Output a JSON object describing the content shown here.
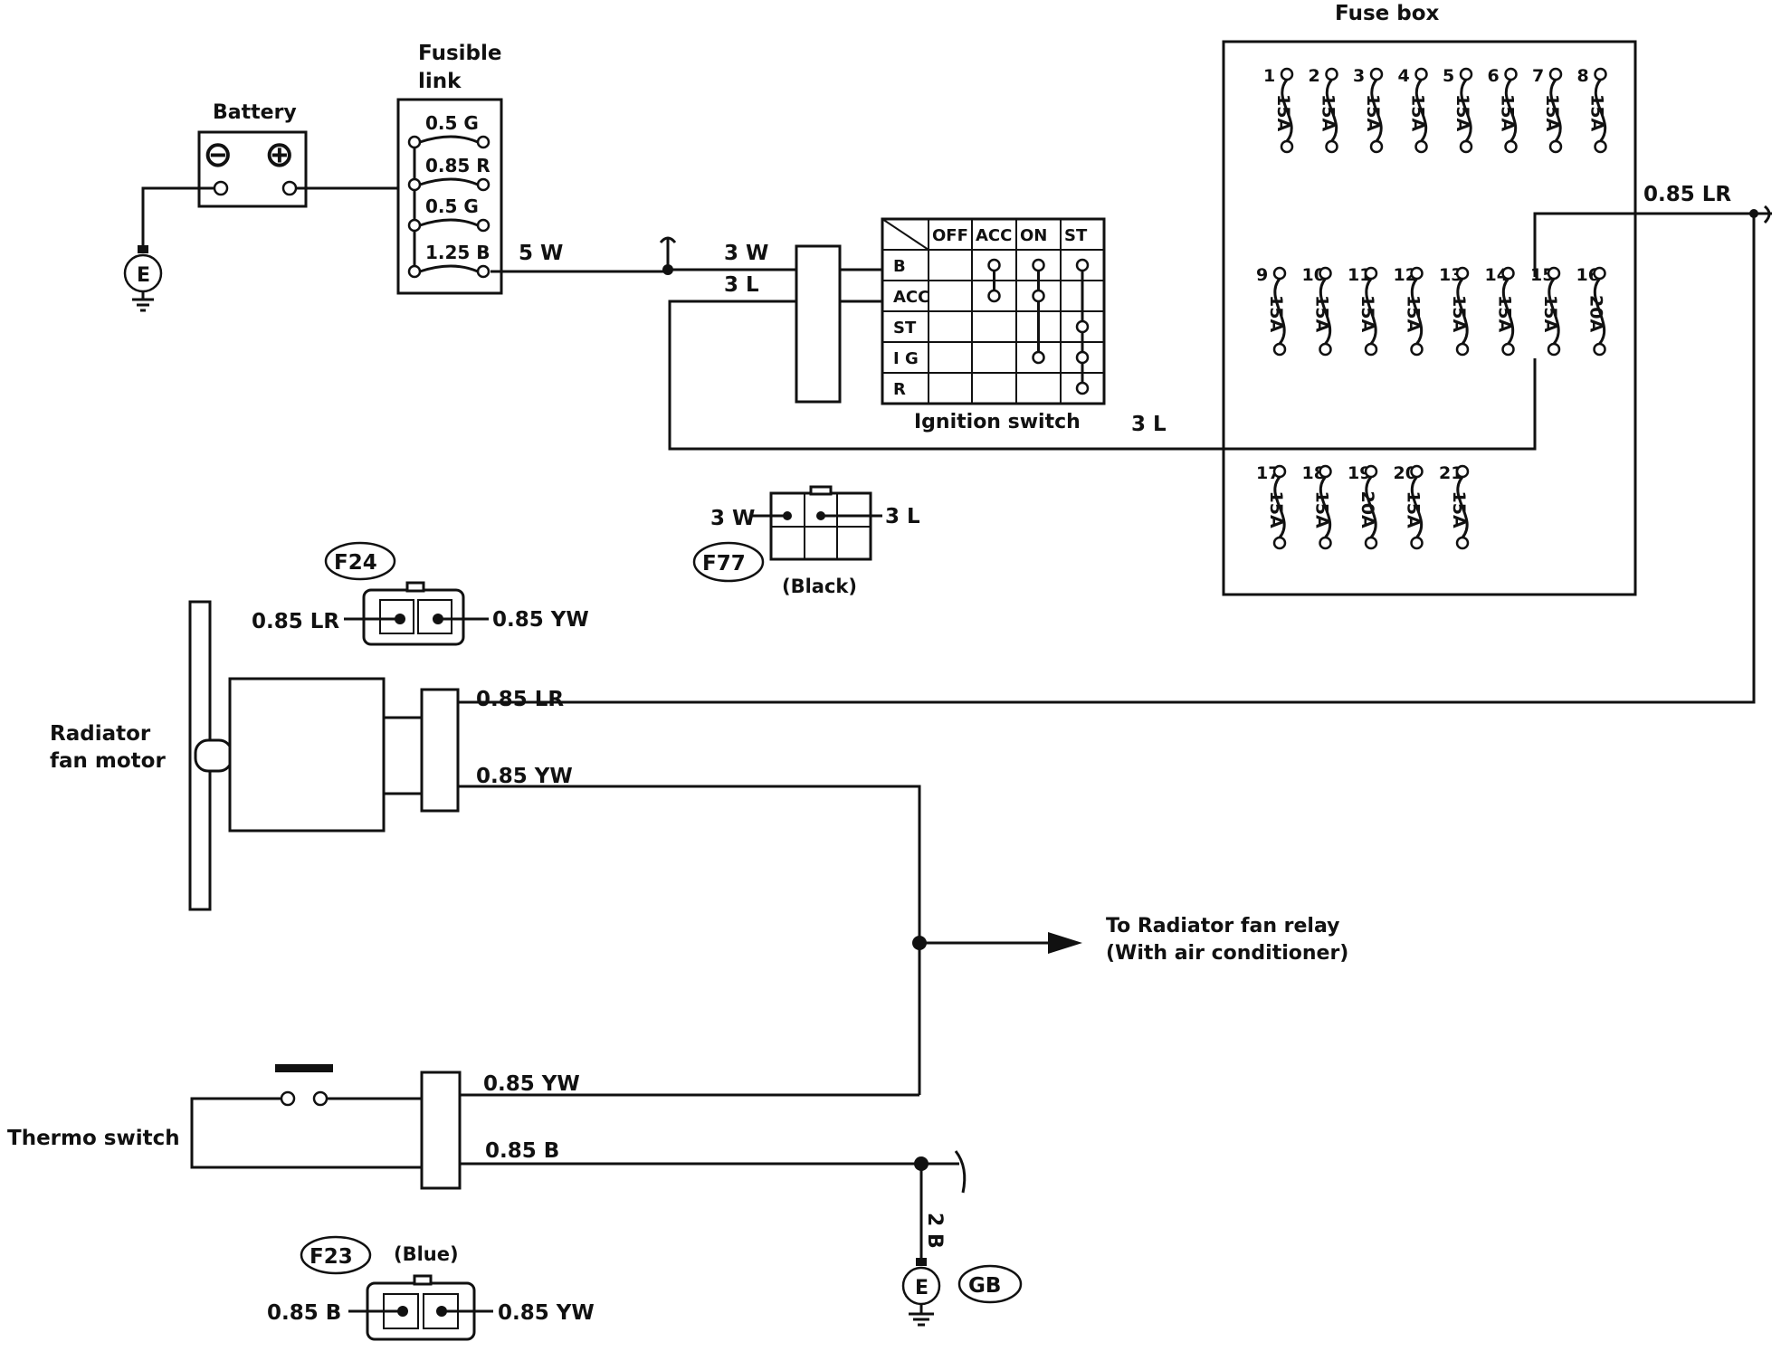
{
  "fuse_box": {
    "title": "Fuse box",
    "row1": [
      {
        "num": "1",
        "rating": "15A"
      },
      {
        "num": "2",
        "rating": "15A"
      },
      {
        "num": "3",
        "rating": "15A"
      },
      {
        "num": "4",
        "rating": "15A"
      },
      {
        "num": "5",
        "rating": "15A"
      },
      {
        "num": "6",
        "rating": "15A"
      },
      {
        "num": "7",
        "rating": "15A"
      },
      {
        "num": "8",
        "rating": "15A"
      }
    ],
    "row2": [
      {
        "num": "9",
        "rating": "15A"
      },
      {
        "num": "10",
        "rating": "15A"
      },
      {
        "num": "11",
        "rating": "15A"
      },
      {
        "num": "12",
        "rating": "15A"
      },
      {
        "num": "13",
        "rating": "15A"
      },
      {
        "num": "14",
        "rating": "15A"
      },
      {
        "num": "15",
        "rating": "15A"
      },
      {
        "num": "16",
        "rating": "20A"
      }
    ],
    "row3": [
      {
        "num": "17",
        "rating": "15A"
      },
      {
        "num": "18",
        "rating": "15A"
      },
      {
        "num": "19",
        "rating": "20A"
      },
      {
        "num": "20",
        "rating": "15A"
      },
      {
        "num": "21",
        "rating": "15A"
      }
    ]
  },
  "battery": {
    "label": "Battery",
    "neg": "⊖",
    "pos": "⊕"
  },
  "ground": {
    "e": "E",
    "gb": "GB"
  },
  "fusible_link": {
    "title_line1": "Fusible",
    "title_line2": "link",
    "links": [
      "0.5 G",
      "0.85 R",
      "0.5 G",
      "1.25 B"
    ]
  },
  "ignition_switch": {
    "label": "Ignition switch",
    "columns": [
      "OFF",
      "ACC",
      "ON",
      "ST"
    ],
    "rows": [
      "B",
      "ACC",
      "ST",
      "I G",
      "R"
    ]
  },
  "wires": {
    "w5w": "5 W",
    "w3w": "3 W",
    "w3l": "3 L",
    "w3l_bottom": "3 L",
    "w085lr_right": "0.85 LR",
    "w085lr_motor": "0.85 LR",
    "w085yw_motor": "0.85 YW",
    "w085yw_thermo": "0.85 YW",
    "w085b_thermo": "0.85 B",
    "w2b": "2 B"
  },
  "connectors": {
    "f24": {
      "id": "F24",
      "left": "0.85 LR",
      "right": "0.85 YW"
    },
    "f77": {
      "id": "F77",
      "left": "3 W",
      "right": "3 L",
      "color": "(Black)"
    },
    "f23": {
      "id": "F23",
      "left": "0.85 B",
      "right": "0.85 YW",
      "color": "(Blue)"
    }
  },
  "components": {
    "radiator_fan_motor_line1": "Radiator",
    "radiator_fan_motor_line2": "fan motor",
    "thermo_switch": "Thermo switch"
  },
  "relay_note": {
    "line1": "To Radiator fan relay",
    "line2": "(With air conditioner)"
  }
}
